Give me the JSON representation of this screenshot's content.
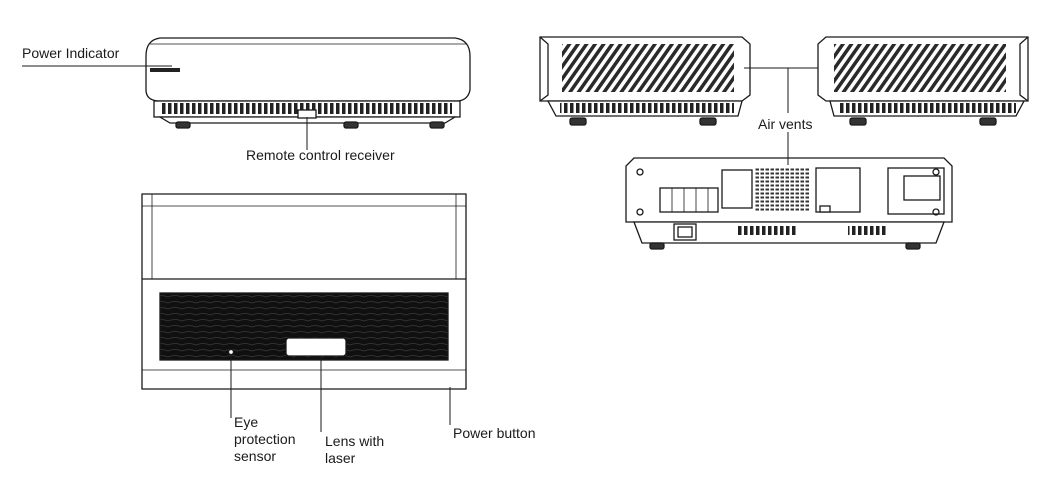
{
  "labels": {
    "power_indicator": "Power Indicator",
    "remote_receiver": "Remote control receiver",
    "air_vents": "Air vents",
    "eye_sensor": [
      "Eye",
      "protection",
      "sensor"
    ],
    "lens": [
      "Lens with",
      "laser"
    ],
    "power_button": "Power button"
  },
  "colors": {
    "line": "#1a1a1a",
    "vent": "#2a2a2a",
    "lens_window": "#141414"
  }
}
